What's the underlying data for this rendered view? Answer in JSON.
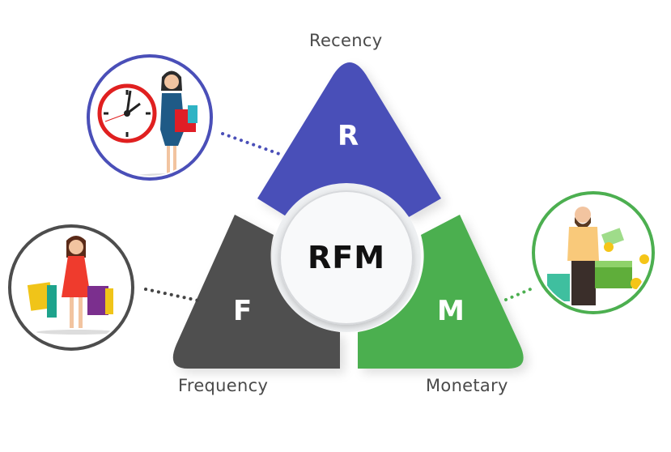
{
  "diagram": {
    "title": "RFM",
    "segments": [
      {
        "key": "recency",
        "letter": "R",
        "label": "Recency",
        "color": "#4a4fb8",
        "illustration": "woman-with-clock-and-shopping-bags"
      },
      {
        "key": "frequency",
        "letter": "F",
        "label": "Frequency",
        "color": "#505050",
        "illustration": "woman-carrying-many-shopping-bags"
      },
      {
        "key": "monetary",
        "letter": "M",
        "label": "Monetary",
        "color": "#4caf50",
        "illustration": "man-with-shopping-bags-and-money"
      }
    ],
    "colors": {
      "background": "#ffffff",
      "center_circle": "#f7f8f9",
      "label_text": "#4a4a4a",
      "center_text": "#111111"
    }
  }
}
